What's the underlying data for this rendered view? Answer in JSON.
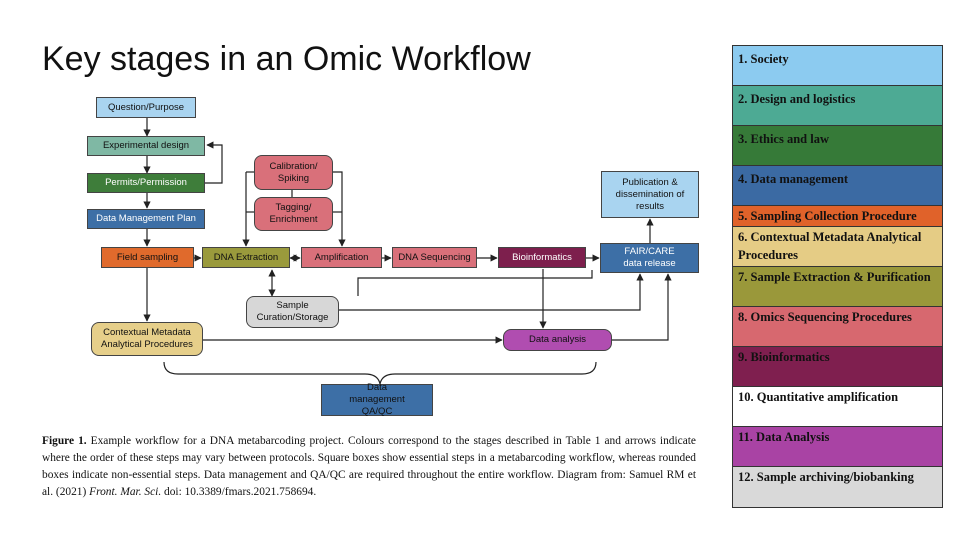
{
  "slide": {
    "title": "Key stages in an Omic Workflow"
  },
  "diagram": {
    "nodes": {
      "question": "Question/Purpose",
      "experimental_design": "Experimental design",
      "permits": "Permits/Permission",
      "dmp": "Data Management Plan",
      "field_sampling": "Field sampling",
      "dna_extraction": "DNA Extraction",
      "calibration": "Calibration/ Spiking",
      "tagging": "Tagging/ Enrichment",
      "amplification": "Amplification",
      "dna_sequencing": "DNA Sequencing",
      "bioinformatics": "Bioinformatics",
      "publication": "Publication & dissemination of results",
      "fair_care": "FAIR/CARE data release",
      "sample_curation": "Sample Curation/Storage",
      "contextual_metadata": "Contextual Metadata Analytical Procedures",
      "data_analysis": "Data analysis",
      "data_management_qaqc": "Data management QA/QC"
    },
    "colors": {
      "society": "#a9d4f0",
      "design": "#7fb8a4",
      "ethics": "#3e7d3a",
      "data_mgmt": "#3d6fa6",
      "sampling": "#e06a2c",
      "contextual": "#e6cf8a",
      "extraction": "#9a9a3c",
      "sequencing": "#d9707a",
      "bioinformatics": "#7d1f4d",
      "analysis": "#b04db0",
      "archiving": "#d7d7d7"
    }
  },
  "caption": {
    "label": "Figure 1.",
    "text_1": " Example workflow for a DNA metabarcoding project. Colours correspond to the stages described in Table 1 and arrows indicate where the order of these steps may vary between protocols. Square boxes show essential steps in a metabarcoding workflow, whereas rounded boxes indicate non-essential steps. Data management and QA/QC are required throughout the entire workflow. Diagram from: Samuel RM et al. (2021) ",
    "journal": "Front. Mar. Sci.",
    "text_2": " doi: 10.3389/fmars.2021.758694."
  },
  "legend": {
    "items": [
      {
        "label": "1. Society",
        "color": "#8ccbf0",
        "text_color": "#111111"
      },
      {
        "label": "2. Design and logistics",
        "color": "#4daa94",
        "text_color": "#111111"
      },
      {
        "label": "3. Ethics and law",
        "color": "#367a38",
        "text_color": "#111111"
      },
      {
        "label": "4. Data management",
        "color": "#3b6aa3",
        "text_color": "#111111"
      },
      {
        "label": "5. Sampling Collection Procedure",
        "color": "#e0622a",
        "text_color": "#111111"
      },
      {
        "label": "6. Contextual Metadata Analytical Procedures",
        "color": "#e5cc85",
        "text_color": "#111111"
      },
      {
        "label": "7. Sample Extraction & Purification",
        "color": "#9a983a",
        "text_color": "#111111"
      },
      {
        "label": "8. Omics Sequencing Procedures",
        "color": "#d7686f",
        "text_color": "#111111"
      },
      {
        "label": "9. Bioinformatics",
        "color": "#7f1f4f",
        "text_color": "#111111"
      },
      {
        "label": "10. Quantitative amplification",
        "color": "#ffffff",
        "text_color": "#111111"
      },
      {
        "label": "11. Data Analysis",
        "color": "#a943a4",
        "text_color": "#111111"
      },
      {
        "label": "12. Sample archiving/biobanking",
        "color": "#d9d9d9",
        "text_color": "#111111"
      }
    ]
  }
}
